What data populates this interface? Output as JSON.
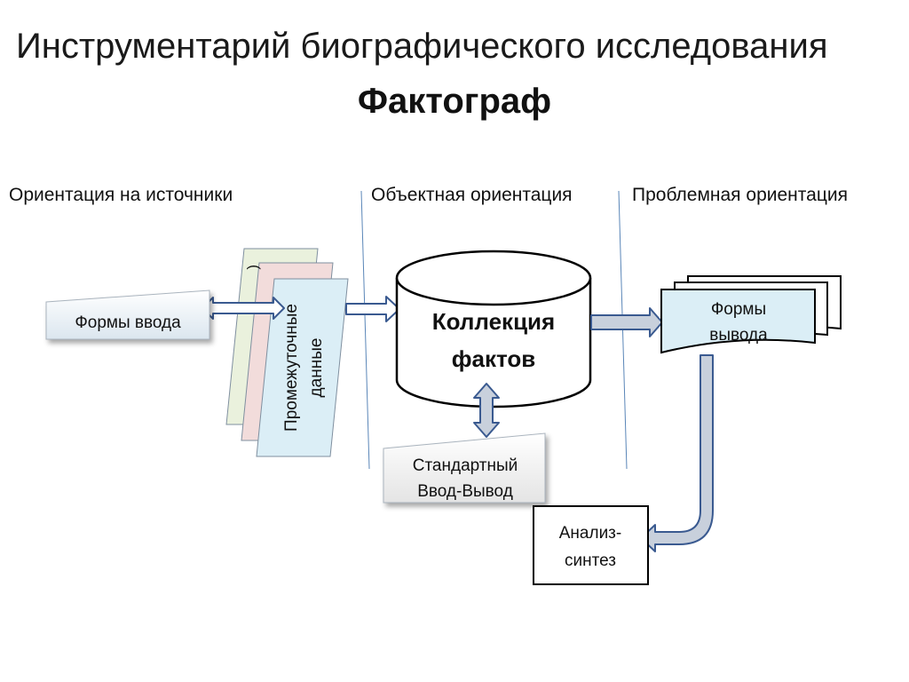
{
  "slide": {
    "title": "Инструментарий биографического исследования",
    "subtitle": "Фактограф"
  },
  "columns": {
    "left": "Ориентация на источники",
    "middle": "Объектная ориентация",
    "right": "Проблемная ориентация"
  },
  "nodes": {
    "input_forms": "Формы ввода",
    "intermediate_line1": "Промежуточные",
    "intermediate_line2": "данные",
    "collection_line1": "Коллекция",
    "collection_line2": "фактов",
    "output_line1": "Формы",
    "output_line2": "вывода",
    "standard_line1": "Стандартный",
    "standard_line2": "Ввод-Вывод",
    "analysis_line1": "Анализ-",
    "analysis_line2": "синтез"
  },
  "colors": {
    "arrow_fill": "#c8d0dc",
    "arrow_stroke": "#3a5a90",
    "box_blue": "#dbeef6",
    "sheet_green": "#eaf1dd",
    "sheet_pink": "#f2dcdb",
    "divider": "#5a86b8"
  }
}
